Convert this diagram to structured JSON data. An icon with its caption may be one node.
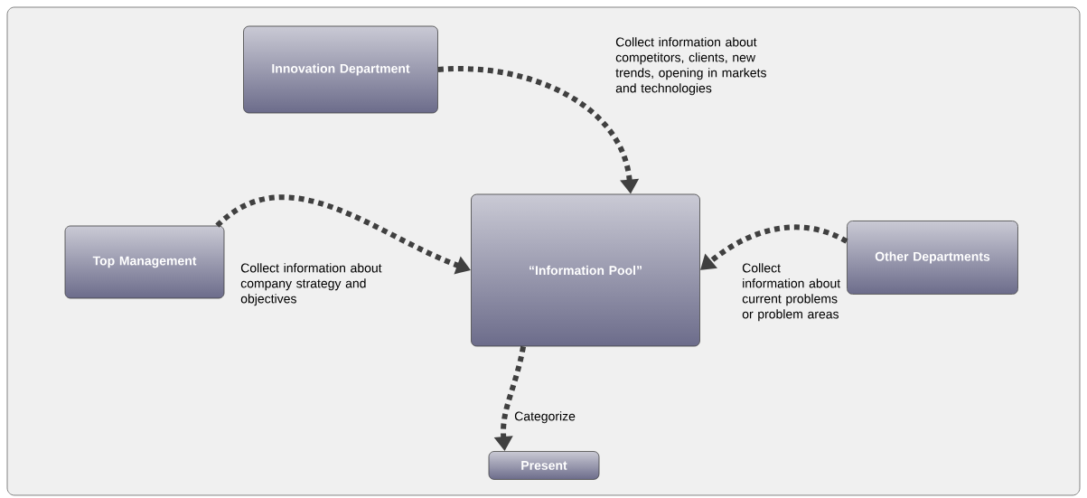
{
  "diagram": {
    "nodes": [
      {
        "text": [
          "Innovation Department"
        ]
      },
      {
        "text": [
          "Top Management"
        ]
      },
      {
        "text": [
          "“Information Pool”"
        ]
      },
      {
        "text": [
          "Other Departments"
        ]
      },
      {
        "text": [
          "Present"
        ]
      }
    ],
    "edges": [
      {
        "from": 0,
        "to": 2,
        "arrow": "to",
        "label": "Collect information about competitors, clients, new trends, opening in markets and technologies"
      },
      {
        "from": 1,
        "to": 2,
        "arrow": "to",
        "label": "Collect information about company strategy and objectives"
      },
      {
        "from": 3,
        "to": 2,
        "arrow": "to",
        "label": "Collect information about current problems or problem areas"
      },
      {
        "from": 2,
        "to": 4,
        "arrow": "to",
        "label": "Categorize"
      }
    ]
  }
}
